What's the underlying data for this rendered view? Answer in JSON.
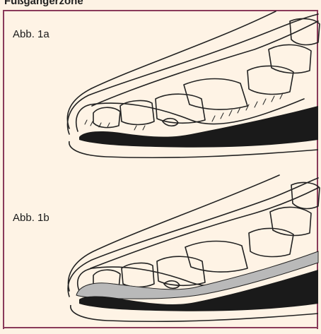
{
  "header": {
    "title_fragment": "Fußgängerzone"
  },
  "figures": [
    {
      "label": "Abb. 1a"
    },
    {
      "label": "Abb. 1b"
    }
  ],
  "colors": {
    "frame_border": "#8a3a5a",
    "panel_bg": "#fef3e5",
    "sole": "#1a1a1a",
    "line": "#222222"
  }
}
